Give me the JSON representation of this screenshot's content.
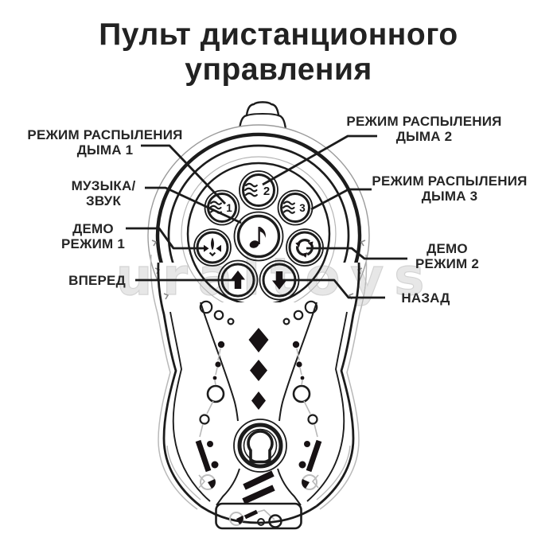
{
  "title": {
    "line1": "Пульт дистанционного",
    "line2": "управления"
  },
  "watermark": "uraltoys",
  "labels": {
    "smoke1": {
      "line1": "РЕЖИМ РАСПЫЛЕНИЯ",
      "line2": "ДЫМА 1"
    },
    "smoke2": {
      "line1": "РЕЖИМ РАСПЫЛЕНИЯ",
      "line2": "ДЫМА 2"
    },
    "smoke3": {
      "line1": "РЕЖИМ РАСПЫЛЕНИЯ",
      "line2": "ДЫМА 3"
    },
    "music": {
      "line1": "МУЗЫКА/",
      "line2": "ЗВУК"
    },
    "demo1": {
      "line1": "ДЕМО",
      "line2": "РЕЖИМ 1"
    },
    "demo2": {
      "line1": "ДЕМО",
      "line2": "РЕЖИМ 2"
    },
    "forward": {
      "line1": "ВПЕРЕД"
    },
    "back": {
      "line1": "НАЗАД"
    }
  },
  "buttons": {
    "smoke1_digit": "1",
    "smoke2_digit": "2",
    "smoke3_digit": "3"
  },
  "colors": {
    "ink": "#1c1c1c",
    "line_gray": "#b9b9b9",
    "watermark": "#e7e7e7"
  }
}
